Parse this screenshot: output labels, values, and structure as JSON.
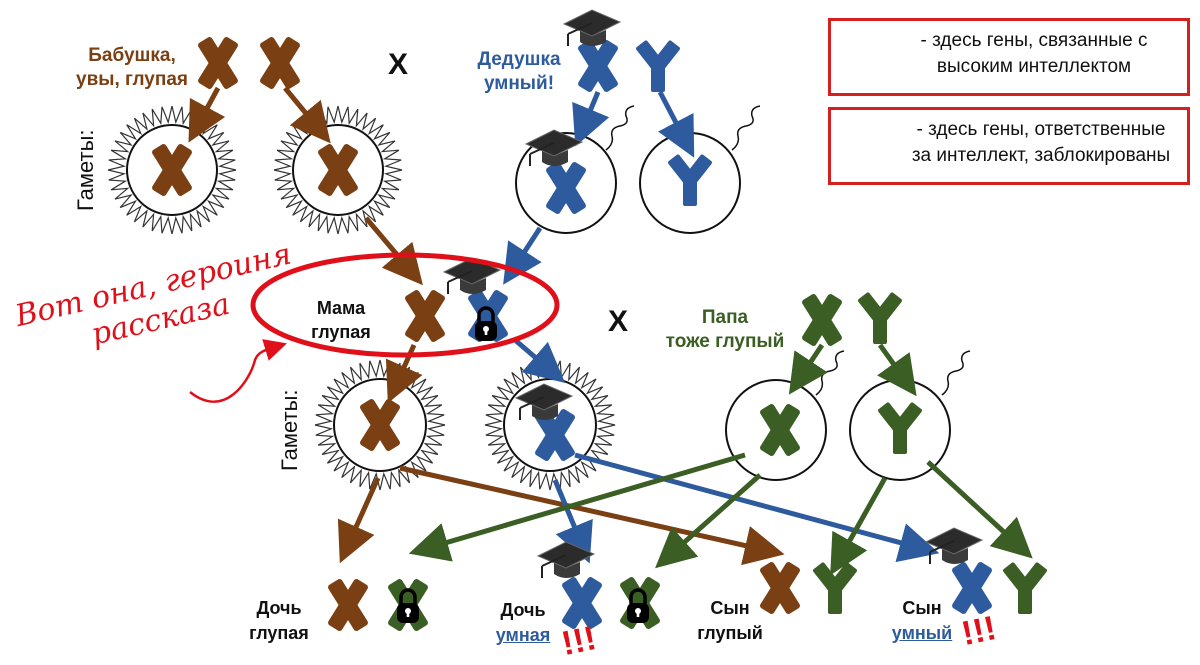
{
  "labels": {
    "grandma": [
      "Бабушка,",
      "увы, глупая"
    ],
    "grandpa": [
      "Дедушка",
      "умный!"
    ],
    "cross_top": "X",
    "cross_mid": "X",
    "gametes": "Гаметы:",
    "gametes2": "Гаметы:",
    "mom": [
      "Мама",
      "глупая"
    ],
    "dad": [
      "Папа",
      "тоже глупый"
    ],
    "heroine": [
      "Вот она, героиня",
      "рассказа"
    ],
    "daughter1": [
      "Дочь",
      "глупая"
    ],
    "daughter2": [
      "Дочь",
      "умная"
    ],
    "son1": [
      "Сын",
      "глупый"
    ],
    "son2": [
      "Сын",
      "умный"
    ],
    "excl1": "!!!",
    "excl2": "!!!"
  },
  "legend": {
    "cap_text": [
      "- здесь гены, связанные с",
      "высоким интеллектом"
    ],
    "lock_text": [
      "- здесь гены, ответственные",
      "за интеллект, заблокированы"
    ],
    "cap_icon": "graduation-cap-icon",
    "lock_icon": "padlock-icon"
  },
  "colors": {
    "grandma": "#7a3f12",
    "grandpa": "#2e5b9e",
    "dad": "#3a5e23",
    "highlight": "#e0101a",
    "legend_border": "#d61f1f"
  }
}
